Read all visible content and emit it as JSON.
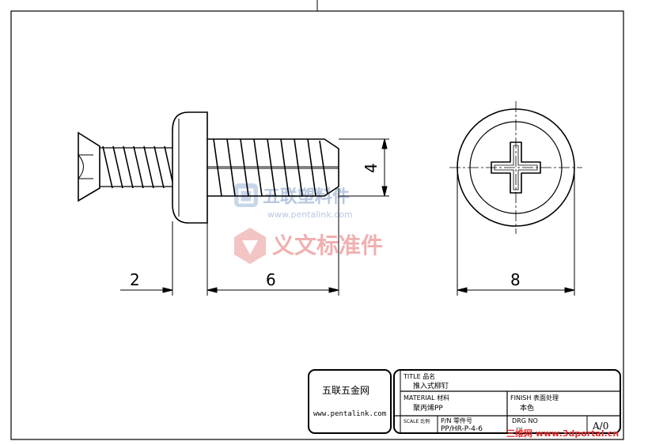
{
  "dimensions": {
    "head_height": "2",
    "thread_length": "6",
    "tip_diameter": "4",
    "head_diameter": "8"
  },
  "title_block": {
    "company_name": "五联五金网",
    "company_url": "www.pentalink.com",
    "title_label": "TITLE 品名",
    "title_value": "推入式柳钉",
    "material_label": "MATERIAL 材料",
    "material_value": "聚丙烯PP",
    "finish_label": "FINISH 表面处理",
    "finish_value": "本色",
    "scale_label": "SCALE 比例",
    "pn_label": "P/N 零件号",
    "pn_value": "PP/HR-P-4-6",
    "drg_label": "DRG NO",
    "drg_value": "---",
    "revision": "A/0"
  },
  "watermarks": {
    "blue_text": "五联塑料件",
    "blue_url": "www.pentalink.com",
    "red_text": "义文标准件",
    "bottom_text": "三维网 www.3dportal.cn"
  },
  "colors": {
    "line": "#000000",
    "watermark_blue": "#b8c8e0",
    "watermark_red": "#f0b0b0",
    "watermark_bottom": "#e03030"
  }
}
